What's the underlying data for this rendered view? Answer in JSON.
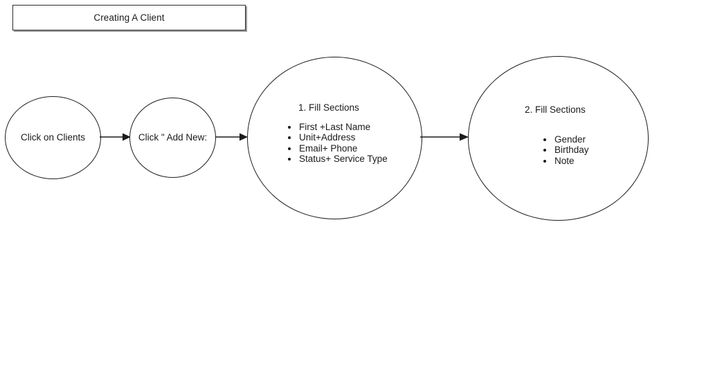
{
  "diagram": {
    "title_box": {
      "label": "Creating A Client"
    },
    "nodes": [
      {
        "id": "click-on-clients",
        "label": "Click on Clients"
      },
      {
        "id": "click-add-new",
        "label": "Click \" Add New:"
      },
      {
        "id": "fill-sections-1",
        "heading": "1. Fill Sections",
        "items": [
          "First +Last Name",
          "Unit+Address",
          "Email+ Phone",
          "Status+ Service Type"
        ]
      },
      {
        "id": "fill-sections-2",
        "heading": "2. Fill Sections",
        "items": [
          "Gender",
          "Birthday",
          "Note"
        ]
      }
    ],
    "connectors": [
      {
        "id": "arrow-1",
        "from": "click-on-clients",
        "to": "click-add-new"
      },
      {
        "id": "arrow-2",
        "from": "click-add-new",
        "to": "fill-sections-1"
      },
      {
        "id": "arrow-3",
        "from": "fill-sections-1",
        "to": "fill-sections-2"
      }
    ],
    "colors": {
      "stroke": "#1c1c1c",
      "text": "#1a1a1a",
      "background": "#ffffff",
      "box_shadow": "#9a9a9a"
    }
  }
}
